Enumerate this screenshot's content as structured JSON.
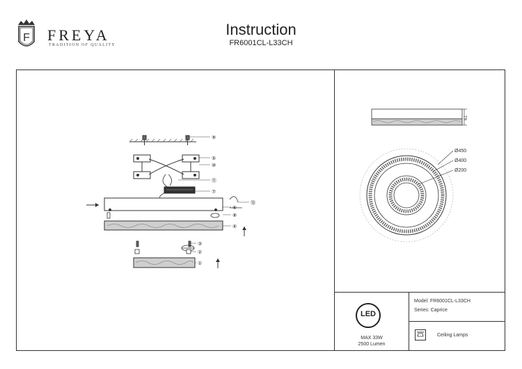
{
  "header": {
    "brand": "FREYA",
    "tagline": "TRADITION OF QUALITY",
    "title": "Instruction",
    "model": "FR6001CL-L33CH"
  },
  "dimensions": {
    "d_outer": "Ø450",
    "d_mid": "Ø400",
    "d_inner": "Ø200",
    "height": "61"
  },
  "callouts": [
    "⑨",
    "⑤",
    "⑩",
    "⑪",
    "⑦",
    "⑥",
    "⑧",
    "④",
    "⑬",
    "③",
    "②",
    "①"
  ],
  "specs": {
    "badge": "LED",
    "power": "MAX 33W",
    "lumen": "2500 Lumen",
    "model_line": "Model: FR6001CL-L33CH",
    "series_line": "Series: Caprice",
    "type_label": "Ceiling Lamps"
  }
}
